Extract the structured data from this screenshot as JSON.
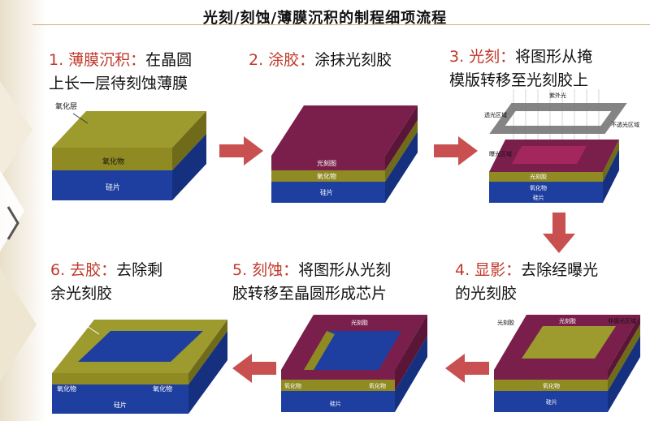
{
  "title": "光刻/刻蚀/薄膜沉积的制程细项流程",
  "steps": [
    {
      "num": "1. 薄膜沉积：",
      "desc1": "在晶圆",
      "desc2": "上长一层待刻蚀薄膜"
    },
    {
      "num": "2. 涂胶：",
      "desc1": "涂抹光刻胶"
    },
    {
      "num": "3. 光刻：",
      "desc1": "将图形从掩",
      "desc2": "模版转移至光刻胶上"
    },
    {
      "num": "4. 显影：",
      "desc1": "去除经曝光",
      "desc2": "的光刻胶"
    },
    {
      "num": "5. 刻蚀：",
      "desc1": "将图形从光刻",
      "desc2": "胶转移至晶圆形成芯片"
    },
    {
      "num": "6. 去胶：",
      "desc1": "去除剩",
      "desc2": "余光刻胶"
    }
  ],
  "labels": {
    "oxide_layer": "氧化层",
    "oxide": "氧化物",
    "silicon": "硅片",
    "photoresist": "光刻胶",
    "photoresist_alt": "光刻图",
    "uv_light": "紫外光",
    "opaque_region": "不透光区域",
    "transparent_region": "透光区域",
    "exposed_region": "曝光区域",
    "unexposed_region": "非感光区域",
    "photo_label": "光刻胶"
  },
  "colors": {
    "silicon": "#1e3fa0",
    "oxide": "#8f8a22",
    "oxide_top": "#9d9a2e",
    "resist": "#7a1f4b",
    "arrow": "#c85050",
    "accent_red": "#c0392b"
  }
}
